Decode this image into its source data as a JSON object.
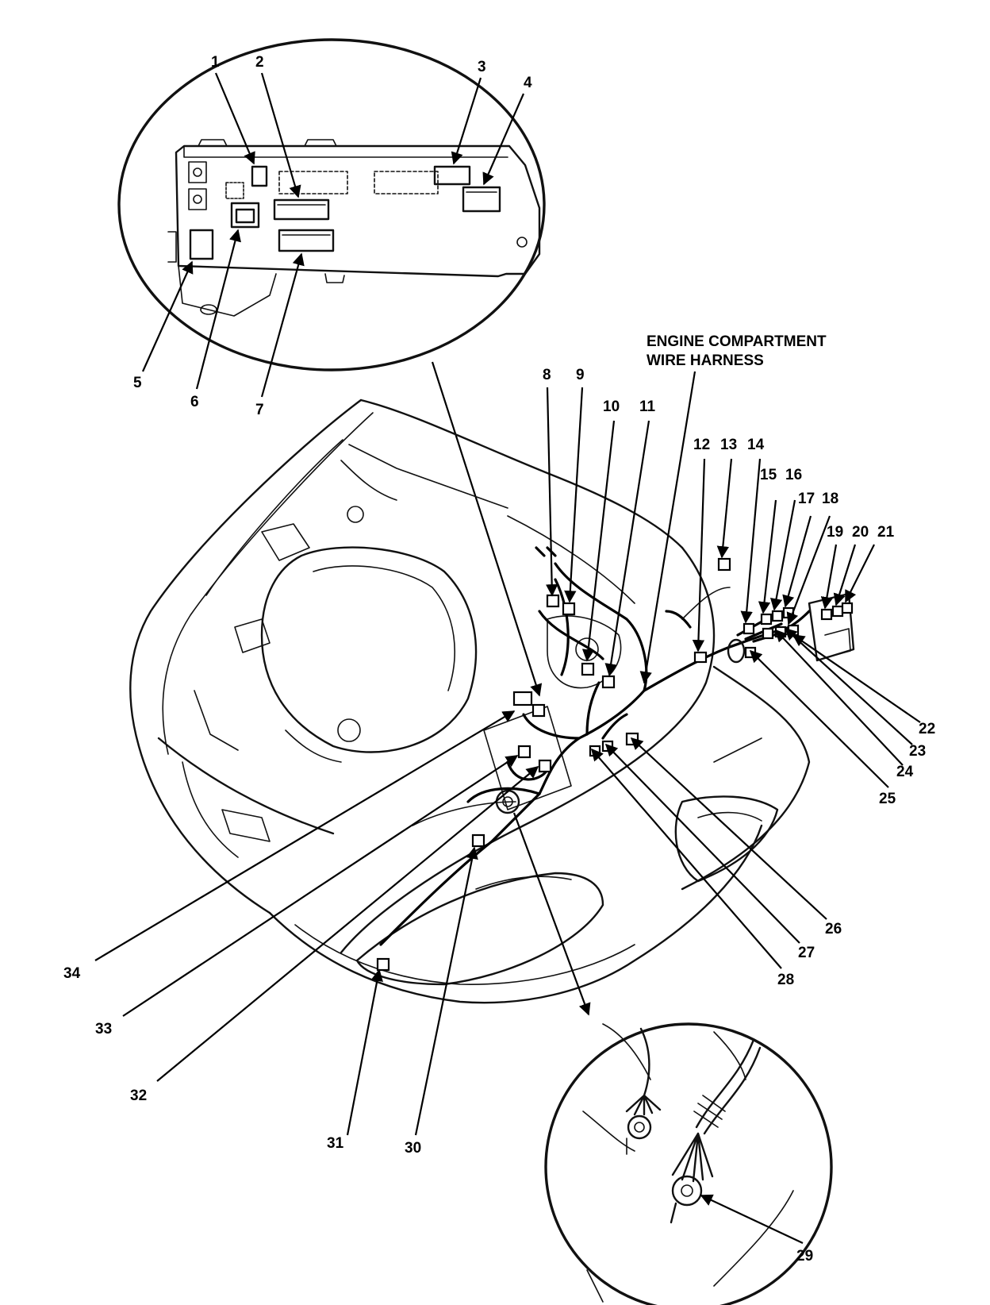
{
  "caption": [
    "ENGINE COMPARTMENT",
    "WIRE HARNESS"
  ],
  "callouts": [
    "1",
    "2",
    "3",
    "4",
    "5",
    "6",
    "7",
    "8",
    "9",
    "10",
    "11",
    "12",
    "13",
    "14",
    "15",
    "16",
    "17",
    "18",
    "19",
    "20",
    "21",
    "22",
    "23",
    "24",
    "25",
    "26",
    "27",
    "28",
    "29",
    "30",
    "31",
    "32",
    "33",
    "34"
  ]
}
